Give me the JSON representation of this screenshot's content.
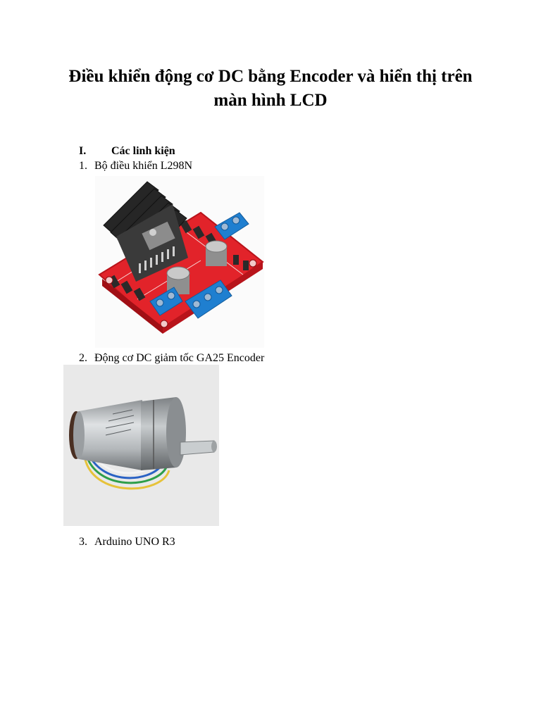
{
  "document": {
    "title_lines": [
      "Điều khiển động cơ DC bằng Encoder và hiển thị trên",
      "màn hình LCD"
    ],
    "section": {
      "number": "I.",
      "label": "Các linh kiện"
    },
    "items": [
      {
        "number": "1.",
        "label": "Bộ điều khiển L298N"
      },
      {
        "number": "2.",
        "label": "Động cơ DC giảm tốc GA25 Encoder"
      },
      {
        "number": "3.",
        "label": "Arduino UNO R3"
      }
    ],
    "images": [
      {
        "subject": "l298n-driver-board",
        "colors": {
          "board": "#e2232a",
          "terminal": "#1f7fd0",
          "heatsink": "#262626"
        }
      },
      {
        "subject": "ga25-gear-motor",
        "colors": {
          "body": "#b8bcc0",
          "background": "#e9e9e9"
        }
      }
    ]
  }
}
